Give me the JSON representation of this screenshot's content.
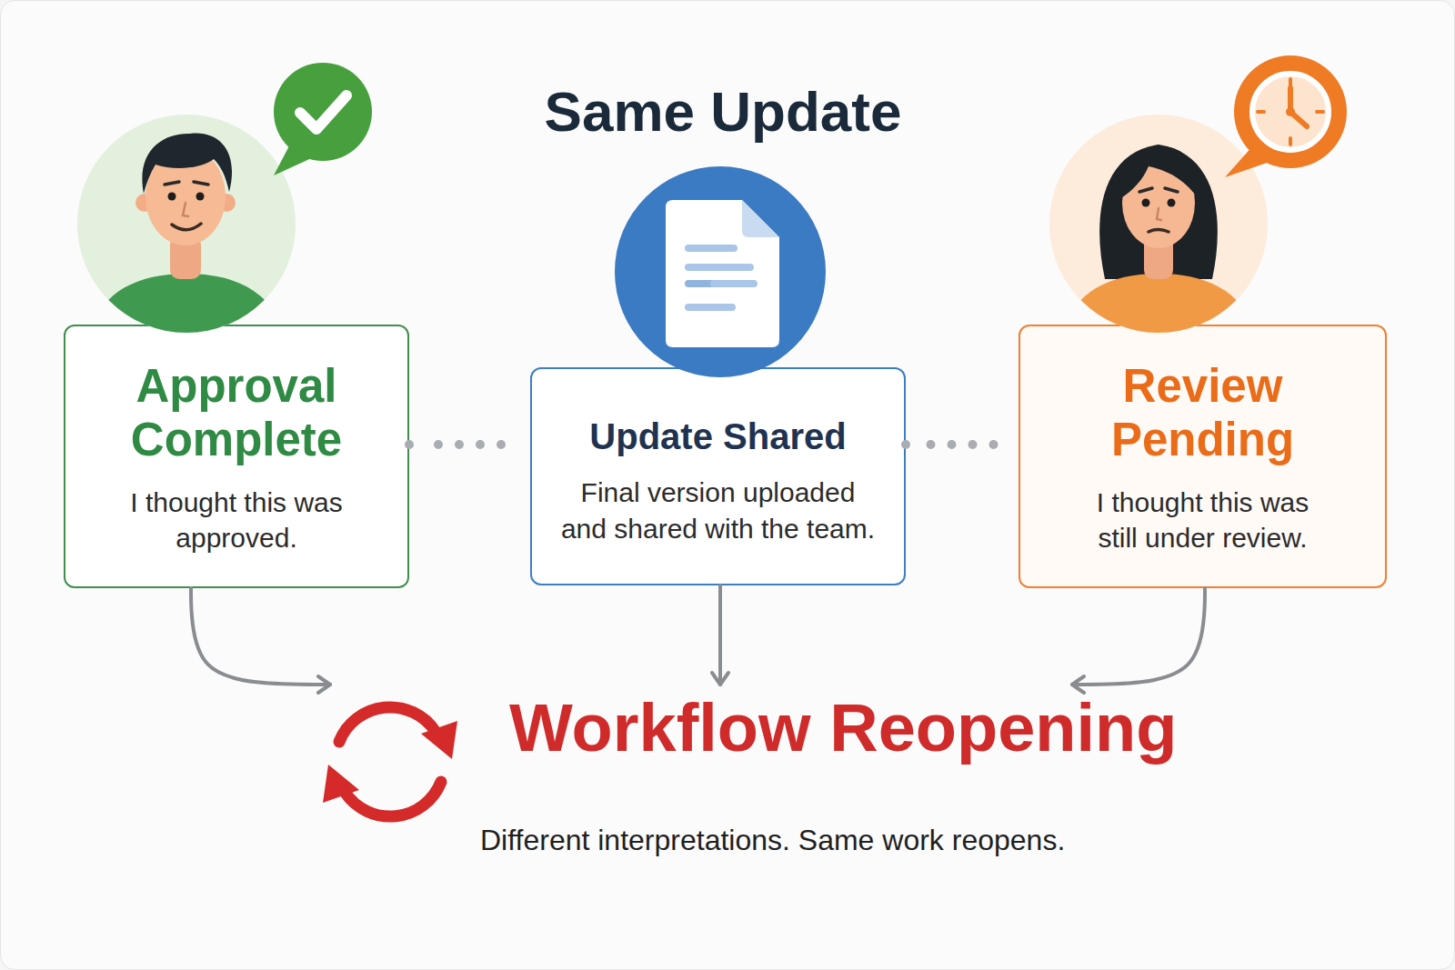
{
  "diagram": {
    "title": "Same Update",
    "nodes": [
      {
        "text": [
          "Approval Complete",
          "I thought this was approved."
        ]
      },
      {
        "text": [
          "Update Shared",
          "Final version uploaded and shared with the team."
        ]
      },
      {
        "text": [
          "Review Pending",
          "I thought this was still under review."
        ]
      },
      {
        "text": [
          "Workflow Reopening",
          "Different interpretations. Same work reopens."
        ]
      }
    ],
    "edges": [
      {
        "from": 0,
        "to": 1,
        "arrow": "none"
      },
      {
        "from": 1,
        "to": 2,
        "arrow": "none"
      },
      {
        "from": 0,
        "to": 3,
        "arrow": "to"
      },
      {
        "from": 1,
        "to": 3,
        "arrow": "to"
      },
      {
        "from": 2,
        "to": 3,
        "arrow": "to"
      }
    ]
  }
}
